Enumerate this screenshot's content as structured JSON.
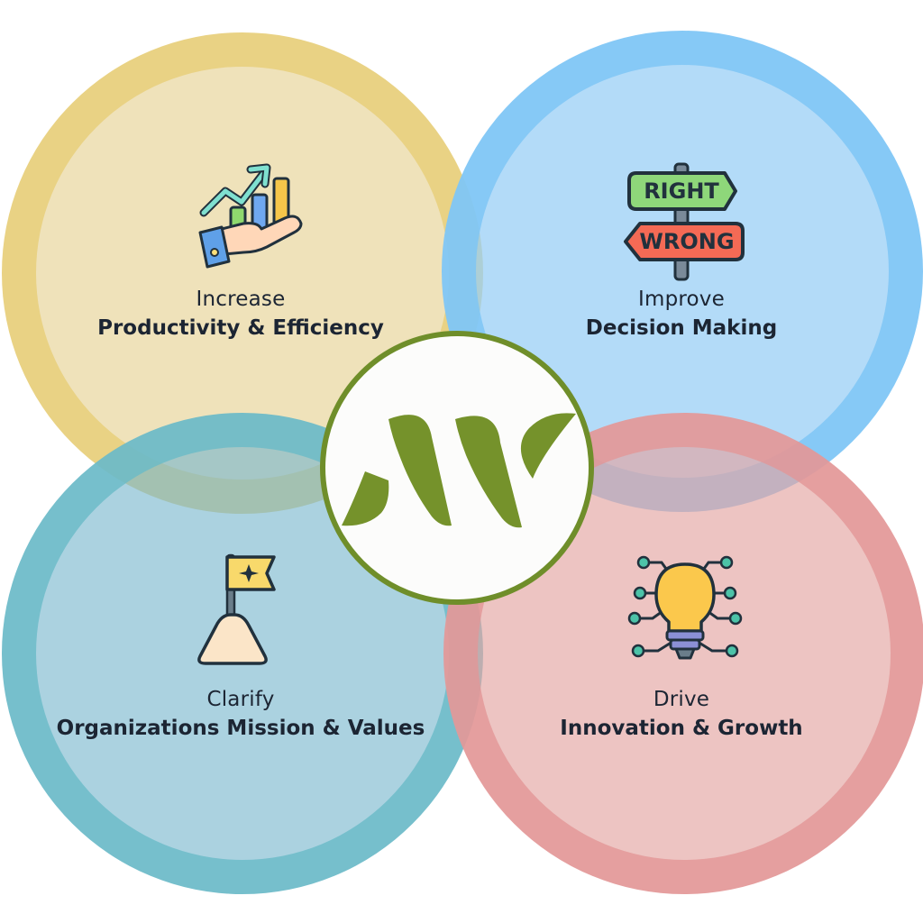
{
  "colors": {
    "tl_fill": "rgba(233, 215, 160, 0.72)",
    "tl_ring": "rgba(232, 206, 120, 0.82)",
    "tr_fill": "rgba(150, 205, 245, 0.72)",
    "tr_ring": "rgba(125, 196, 245, 0.82)",
    "bl_fill": "rgba(120, 182, 205, 0.62)",
    "bl_ring": "rgba(105, 188, 200, 0.80)",
    "br_fill": "rgba(228, 165, 162, 0.65)",
    "br_ring": "rgba(226, 150, 150, 0.80)",
    "logo_green": "#75922b",
    "text": "#1c2533"
  },
  "quadrants": {
    "top_left": {
      "icon": "productivity-chart-hand-icon",
      "line1": "Increase",
      "line2": "Productivity & Efficiency"
    },
    "top_right": {
      "icon": "right-wrong-signpost-icon",
      "line1": "Improve",
      "line2": "Decision Making",
      "sign_top": "RIGHT",
      "sign_bottom": "WRONG"
    },
    "bottom_left": {
      "icon": "flag-on-mountain-icon",
      "line1": "Clarify",
      "line2": "Organizations Mission & Values"
    },
    "bottom_right": {
      "icon": "lightbulb-circuit-icon",
      "line1": "Drive",
      "line2": "Innovation & Growth"
    }
  },
  "center": {
    "icon": "company-logo-icon"
  }
}
